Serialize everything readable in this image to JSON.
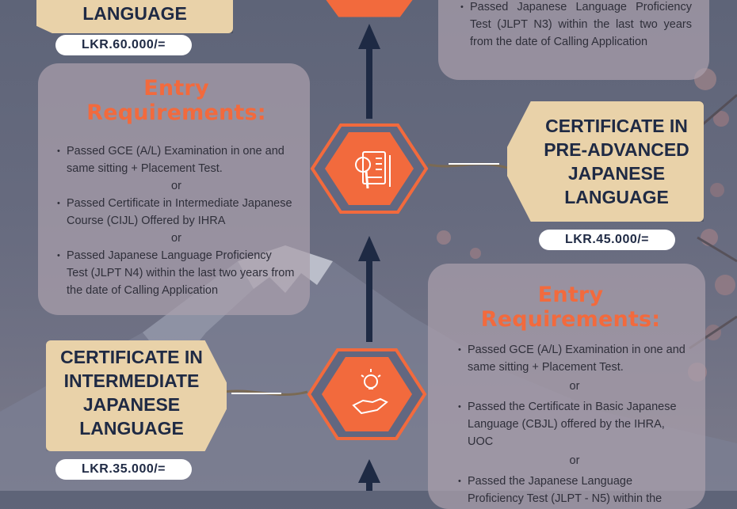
{
  "top_tag": {
    "lines": [
      "LANGUAGE"
    ],
    "price": "LKR.60.000/="
  },
  "top_right_card": {
    "items": [
      "Passed Japanese Language Proficiency Test (JLPT N3) within the last two years from the date of Calling Application"
    ]
  },
  "left_card": {
    "title": "Entry Requirements:",
    "item1": "Passed GCE (A/L) Examination in one and same sitting + Placement Test.",
    "or1": "or",
    "item2": "Passed Certificate in Intermediate Japanese Course (CIJL) Offered by IHRA",
    "or2": "or",
    "item3": "Passed Japanese Language Proficiency Test (JLPT N4) within the last two years from the date of Calling Application"
  },
  "pre_advanced_tag": {
    "lines": [
      "CERTIFICATE IN",
      "PRE-ADVANCED",
      "JAPANESE",
      "LANGUAGE"
    ],
    "price": "LKR.45.000/="
  },
  "right_card": {
    "title": "Entry Requirements:",
    "item1": "Passed GCE (A/L) Examination in one and same sitting + Placement Test.",
    "or1": "or",
    "item2": "Passed the Certificate in Basic Japanese Language (CBJL) offered by the IHRA, UOC",
    "or2": "or",
    "item3": "Passed the Japanese Language Proficiency Test (JLPT - N5) within the"
  },
  "intermediate_tag": {
    "lines": [
      "CERTIFICATE IN",
      "INTERMEDIATE",
      "JAPANESE",
      "LANGUAGE"
    ],
    "price": "LKR.35.000/="
  },
  "colors": {
    "accent": "#f26a3d",
    "hexagon_fill": "#f26a3d",
    "hexagon_ring": "#f26a3d",
    "arrow": "#1e2a44",
    "tag": "#e9d2a9",
    "tag_text": "#1f2a44"
  },
  "icons": [
    "document-search-icon",
    "idea-hand-icon"
  ]
}
